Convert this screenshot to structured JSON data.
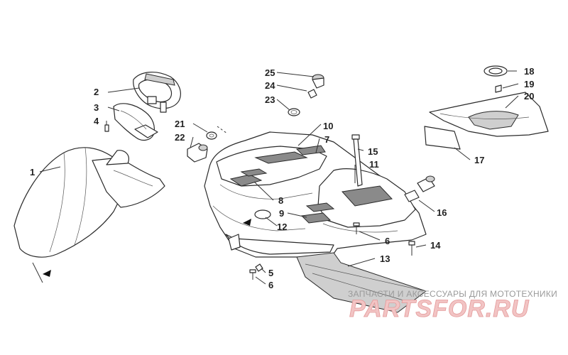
{
  "callouts": {
    "c1": "1",
    "c2": "2",
    "c3": "3",
    "c4": "4",
    "c5": "5",
    "c6a": "6",
    "c6b": "6",
    "c7": "7",
    "c8": "8",
    "c9": "9",
    "c10": "10",
    "c11": "11",
    "c12": "12",
    "c13": "13",
    "c14": "14",
    "c15": "15",
    "c16": "16",
    "c17": "17",
    "c18": "18",
    "c19": "19",
    "c20": "20",
    "c21": "21",
    "c22": "22",
    "c23": "23",
    "c24": "24",
    "c25": "25"
  },
  "watermark": {
    "tagline": "ЗАПЧАСТИ И АКСЕССУАРЫ ДЛЯ МОТОТЕХНИКИ",
    "logo": "PARTSFOR.RU"
  },
  "colors": {
    "line": "#333333",
    "pad": "#8a8a8a",
    "watermark_logo": "#f2c4c4"
  }
}
